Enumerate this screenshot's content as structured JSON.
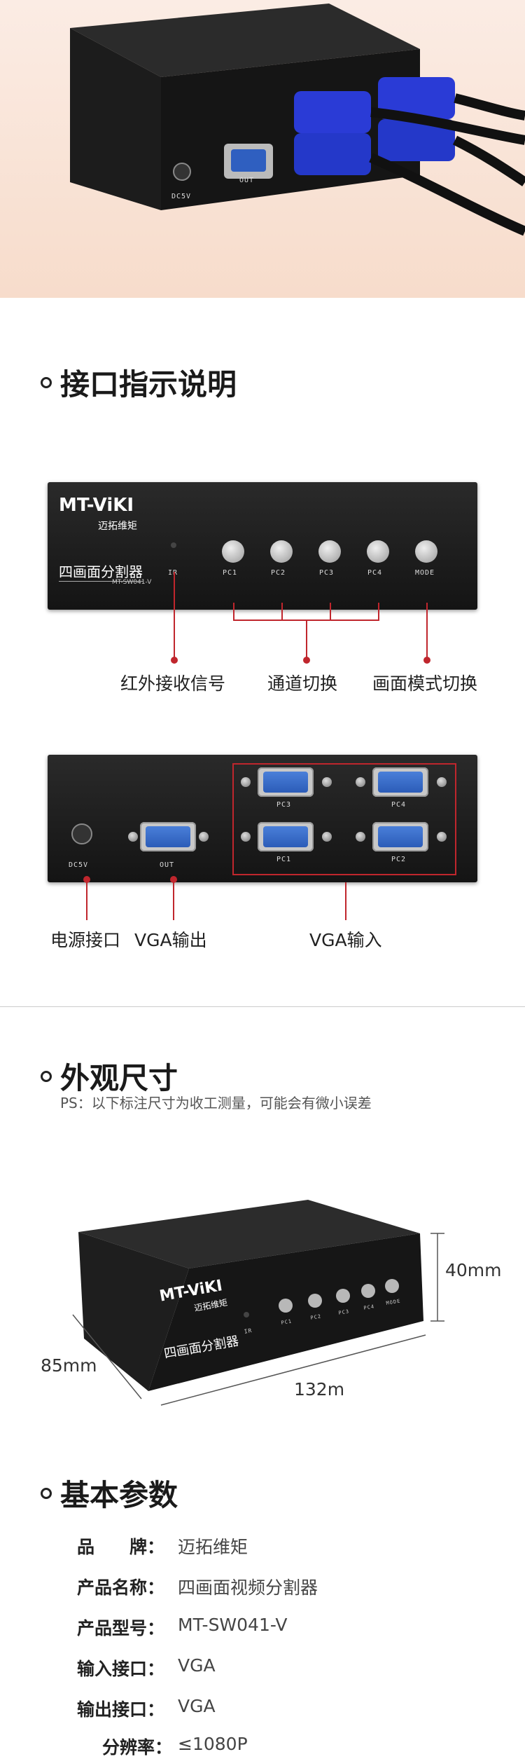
{
  "hero": {
    "port_label": "OUT",
    "power_label": "DC5V"
  },
  "interface": {
    "title": "接口指示说明",
    "front": {
      "brand": "MT-ViKI",
      "brand_sub": "迈拓维矩",
      "product_name": "四画面分割器",
      "model": "MT-SW041-V",
      "ir": "IR",
      "buttons": [
        "PC1",
        "PC2",
        "PC3",
        "PC4",
        "MODE"
      ],
      "callouts": [
        "红外接收信号",
        "通道切换",
        "画面模式切换"
      ]
    },
    "back": {
      "power": "DC5V",
      "out": "OUT",
      "ports": [
        "PC3",
        "PC4",
        "PC1",
        "PC2"
      ],
      "callouts": [
        "电源接口",
        "VGA输出",
        "VGA输入"
      ]
    }
  },
  "dimensions": {
    "title": "外观尺寸",
    "note": "PS：以下标注尺寸为收工测量，可能会有微小误差",
    "height": "40mm",
    "depth": "85mm",
    "width": "132m",
    "brand": "MT-ViKI",
    "brand_sub": "迈拓维矩",
    "product_name": "四画面分割器",
    "ir": "IR",
    "buttons": [
      "PC1",
      "PC2",
      "PC3",
      "PC4",
      "MODE"
    ]
  },
  "specs": {
    "title": "基本参数",
    "rows": [
      {
        "key": "品　　牌：",
        "value": "迈拓维矩"
      },
      {
        "key": "产品名称：",
        "value": "四画面视频分割器"
      },
      {
        "key": "产品型号：",
        "value": "MT-SW041-V"
      },
      {
        "key": "输入接口：",
        "value": "VGA"
      },
      {
        "key": "输出接口：",
        "value": "VGA"
      },
      {
        "key": "分辨率：",
        "value": "≤1080P"
      }
    ]
  }
}
